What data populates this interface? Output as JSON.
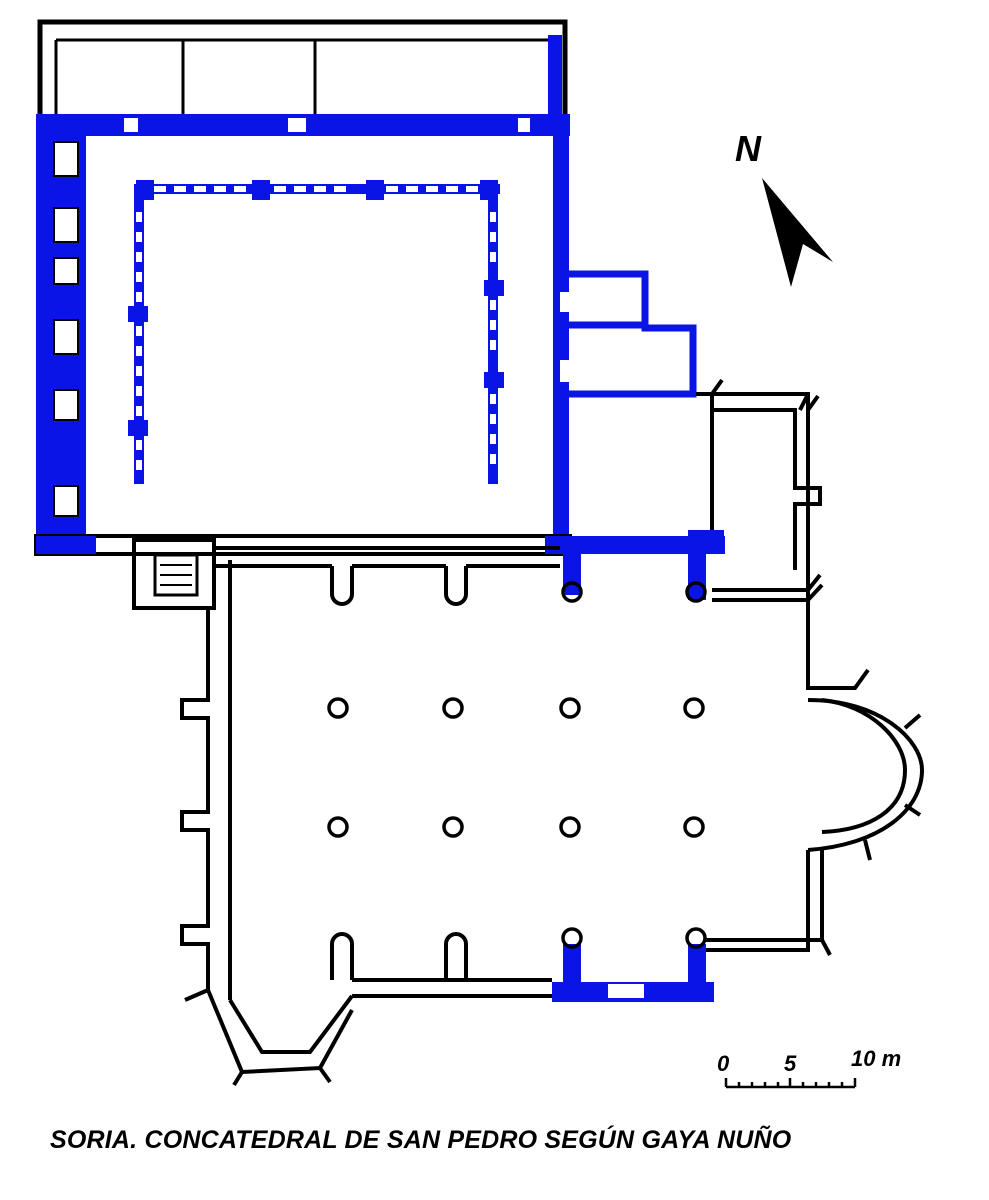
{
  "caption": "SORIA. CONCATEDRAL DE SAN PEDRO SEGÚN GAYA NUÑO",
  "north": {
    "label": "N"
  },
  "scale_bar": {
    "labels": [
      "0",
      "5",
      "10 m"
    ]
  },
  "colors": {
    "cloister_walls": "#0a14e6",
    "church_walls": "#000000",
    "background": "#ffffff"
  }
}
